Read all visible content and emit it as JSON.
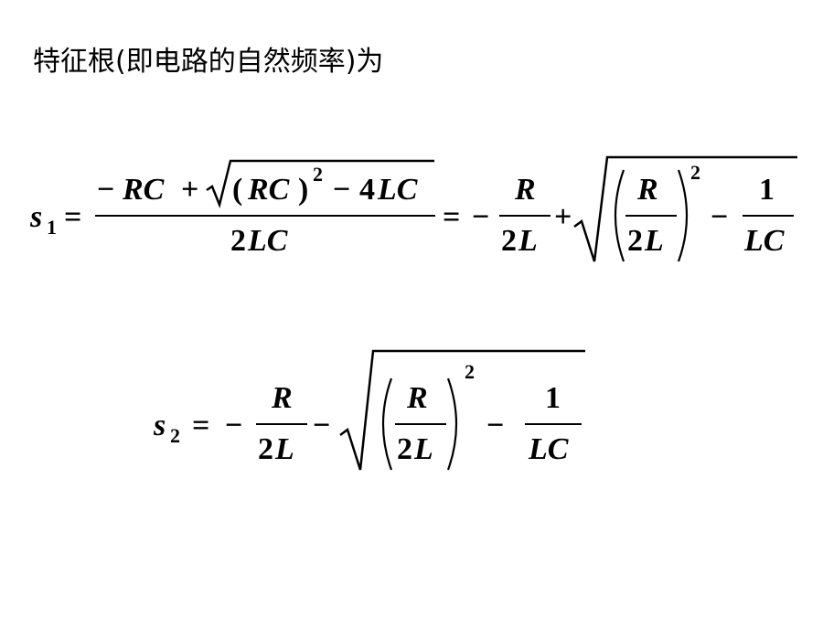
{
  "heading": "特征根(即电路的自然频率)为",
  "eq1": {
    "var": "s",
    "sub": "1",
    "eq": "=",
    "num_minus": "−",
    "num_rc": "RC",
    "num_plus": "+",
    "rad_lparen": "(",
    "rad_rc": "RC",
    "rad_rparen": ")",
    "rad_exp": "2",
    "rad_minus": "−",
    "rad_four": "4",
    "rad_lc": "LC",
    "den_two": "2",
    "den_lc": "LC",
    "eq2": "=",
    "minus": "−",
    "f1_num": "R",
    "f1_den_two": "2",
    "f1_den_l": "L",
    "plus": "+",
    "in_num": "R",
    "in_den_two": "2",
    "in_den_l": "L",
    "in_exp": "2",
    "in_minus": "−",
    "f2_num": "1",
    "f2_den": "LC"
  },
  "eq2": {
    "var": "s",
    "sub": "2",
    "eq": "=",
    "minus": "−",
    "f1_num": "R",
    "f1_den_two": "2",
    "f1_den_l": "L",
    "minus2": "−",
    "in_num": "R",
    "in_den_two": "2",
    "in_den_l": "L",
    "in_exp": "2",
    "in_minus": "−",
    "f2_num": "1",
    "f2_den": "LC"
  }
}
